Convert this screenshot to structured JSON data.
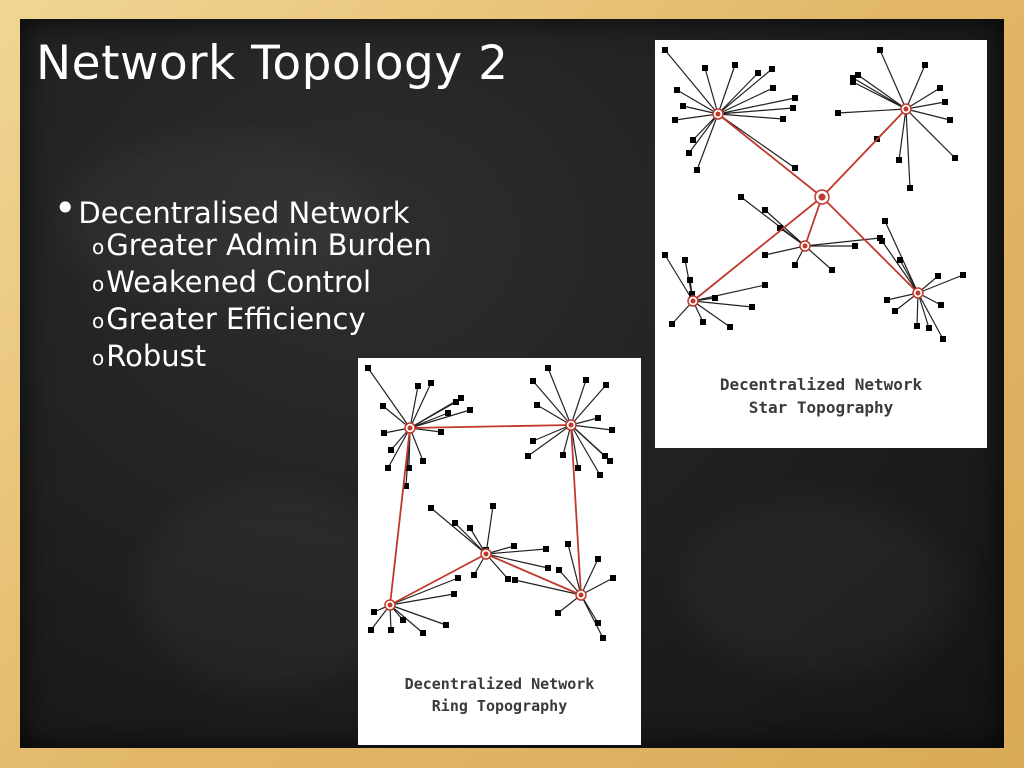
{
  "slide": {
    "title": "Network Topology 2",
    "bullet": {
      "marker": "•",
      "text": "Decentralised Network",
      "sub_marker": "o",
      "sub_items": [
        "Greater Admin Burden",
        "Weakened Control",
        "Greater Efficiency",
        "Robust"
      ]
    }
  },
  "figures": {
    "star": {
      "caption_line1": "Decentralized Network",
      "caption_line2": "Star Topography"
    },
    "ring": {
      "caption_line1": "Decentralized Network",
      "caption_line2": "Ring Topography"
    }
  },
  "colors": {
    "board": "#1f1f1f",
    "frame": "#e2b868",
    "link": "#c0392b",
    "node": "#000000",
    "text": "#ffffff"
  }
}
